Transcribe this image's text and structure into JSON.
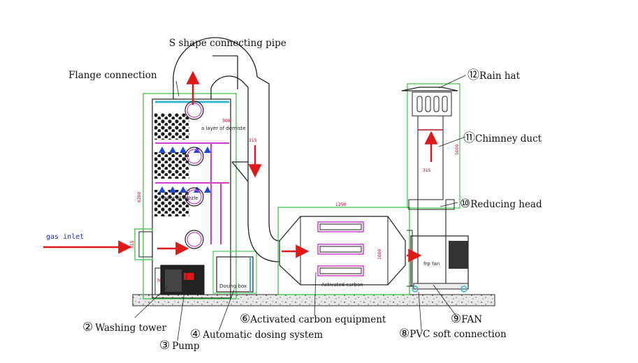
{
  "labels": {
    "s_pipe": "S shape connecting pipe",
    "flange": "Flange connection",
    "rain_hat": "Rain hat",
    "chimney": "Chimney duct",
    "reducing": "Reducing head",
    "gas_inlet": "gas inlet",
    "washing": "Washing tower",
    "pump": "Pump",
    "dosing_sys": "Automatic dosing system",
    "carbon_eq": "Activated carbon equipment",
    "fan": "FAN",
    "pvc": "PVC soft connection"
  },
  "numbers": {
    "n2": "②",
    "n3": "③",
    "n4": "④",
    "n6": "⑥",
    "n8": "⑧",
    "n9": "⑨",
    "n10": "⑩",
    "n11": "⑪",
    "n12": "⑫"
  },
  "inner": {
    "dosing_box": "Dosing box",
    "activated_carbon": "Activated carbon",
    "frp_fan": "frp fan",
    "layer1": "a layer of demiste",
    "layer2": "a layer of nozzle"
  },
  "dims": {
    "d315_duct": "315",
    "d315_chimney": "315",
    "d315_inlet": "315",
    "d1250": "1250",
    "d1000": "1000",
    "d6200": "6200",
    "d5000": "5000",
    "d300": "300",
    "d700": "700"
  },
  "colors": {
    "flow_arrow": "#e01818",
    "outline_green": "#2fbf3a",
    "pipe_magenta": "#d040d0",
    "nozzle_blue": "#1f47d8",
    "cyan": "#39b7d0",
    "inlet_text": "#2230a8"
  }
}
